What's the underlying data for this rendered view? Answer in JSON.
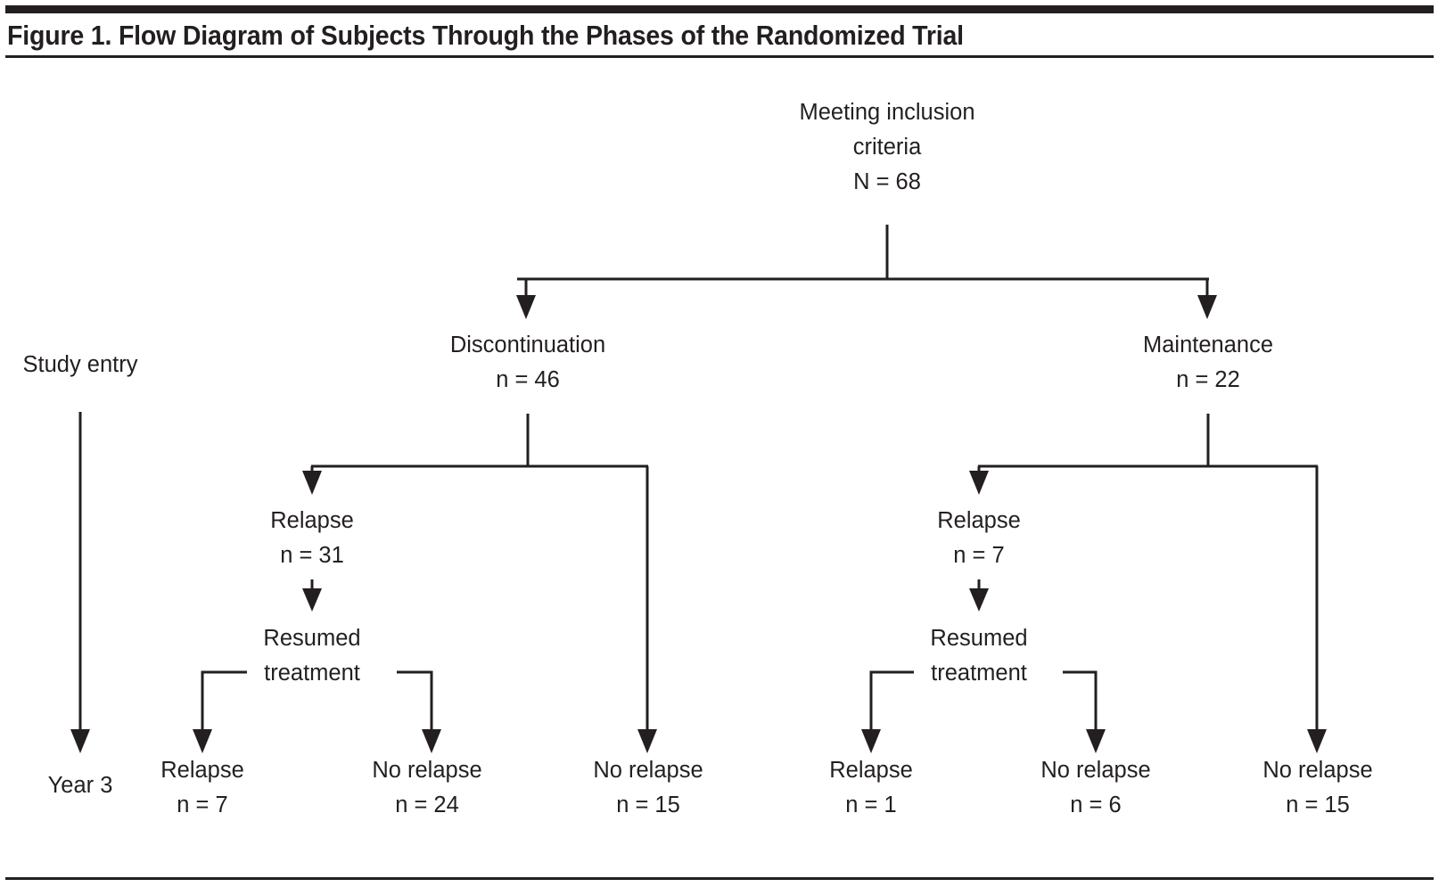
{
  "figure": {
    "title": "Figure 1. Flow Diagram of Subjects Through the Phases of the Randomized Trial",
    "rule_color": "#231f20",
    "text_color": "#231f20",
    "background": "#ffffff"
  },
  "timeline": {
    "top_label": "Study entry",
    "bottom_label": "Year 3"
  },
  "chart_data": {
    "type": "diagram",
    "title": "Figure 1. Flow Diagram of Subjects Through the Phases of the Randomized Trial",
    "total_label": "Meeting inclusion criteria",
    "total_n": 68,
    "nodes": [
      {
        "id": "root",
        "line1": "Meeting inclusion",
        "line2": "criteria",
        "line3": "N = 68",
        "n": 68
      },
      {
        "id": "disc",
        "line1": "Discontinuation",
        "line2": "n = 46",
        "n": 46
      },
      {
        "id": "maint",
        "line1": "Maintenance",
        "line2": "n = 22",
        "n": 22
      },
      {
        "id": "disc-relapse",
        "line1": "Relapse",
        "line2": "n = 31",
        "n": 31
      },
      {
        "id": "disc-resumed",
        "line1": "Resumed",
        "line2": "treatment"
      },
      {
        "id": "maint-relapse",
        "line1": "Relapse",
        "line2": "n = 7",
        "n": 7
      },
      {
        "id": "maint-resumed",
        "line1": "Resumed",
        "line2": "treatment"
      },
      {
        "id": "out-1",
        "line1": "Relapse",
        "line2": "n = 7",
        "n": 7
      },
      {
        "id": "out-2",
        "line1": "No relapse",
        "line2": "n = 24",
        "n": 24
      },
      {
        "id": "out-3",
        "line1": "No relapse",
        "line2": "n = 15",
        "n": 15
      },
      {
        "id": "out-4",
        "line1": "Relapse",
        "line2": "n = 1",
        "n": 1
      },
      {
        "id": "out-5",
        "line1": "No relapse",
        "line2": "n = 6",
        "n": 6
      },
      {
        "id": "out-6",
        "line1": "No relapse",
        "line2": "n = 15",
        "n": 15
      }
    ],
    "edges": [
      {
        "from": "root",
        "to": "disc"
      },
      {
        "from": "root",
        "to": "maint"
      },
      {
        "from": "disc",
        "to": "disc-relapse"
      },
      {
        "from": "disc",
        "to": "out-3"
      },
      {
        "from": "disc-relapse",
        "to": "disc-resumed"
      },
      {
        "from": "disc-resumed",
        "to": "out-1"
      },
      {
        "from": "disc-resumed",
        "to": "out-2"
      },
      {
        "from": "maint",
        "to": "maint-relapse"
      },
      {
        "from": "maint",
        "to": "out-6"
      },
      {
        "from": "maint-relapse",
        "to": "maint-resumed"
      },
      {
        "from": "maint-resumed",
        "to": "out-4"
      },
      {
        "from": "maint-resumed",
        "to": "out-5"
      }
    ]
  },
  "labels": {
    "root_l1": "Meeting inclusion",
    "root_l2": "criteria",
    "root_l3": "N = 68",
    "disc_l1": "Discontinuation",
    "disc_l2": "n = 46",
    "maint_l1": "Maintenance",
    "maint_l2": "n = 22",
    "disc_relapse_l1": "Relapse",
    "disc_relapse_l2": "n = 31",
    "disc_resumed_l1": "Resumed",
    "disc_resumed_l2": "treatment",
    "maint_relapse_l1": "Relapse",
    "maint_relapse_l2": "n = 7",
    "maint_resumed_l1": "Resumed",
    "maint_resumed_l2": "treatment",
    "out1_l1": "Relapse",
    "out1_l2": "n = 7",
    "out2_l1": "No relapse",
    "out2_l2": "n = 24",
    "out3_l1": "No relapse",
    "out3_l2": "n = 15",
    "out4_l1": "Relapse",
    "out4_l2": "n = 1",
    "out5_l1": "No relapse",
    "out5_l2": "n = 6",
    "out6_l1": "No relapse",
    "out6_l2": "n = 15"
  }
}
